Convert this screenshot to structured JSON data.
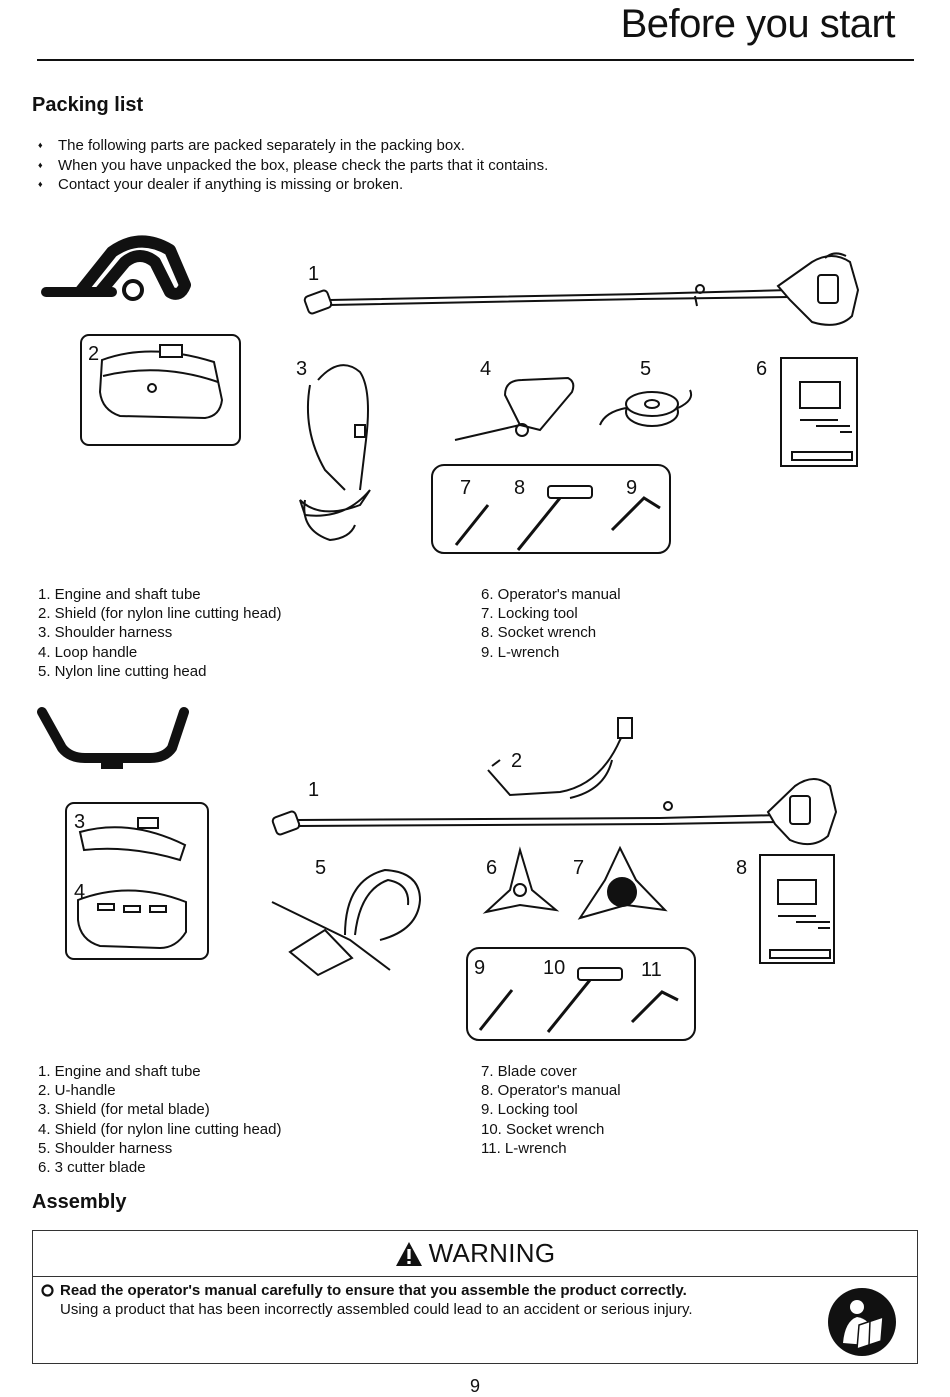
{
  "header": {
    "title": "Before you start"
  },
  "packing_list": {
    "heading": "Packing list",
    "bullets": [
      "The following parts are packed separately in the packing box.",
      "When you have unpacked the box, please check the parts that it contains.",
      "Contact your dealer if anything is missing or broken."
    ]
  },
  "figure1": {
    "callouts": [
      "1",
      "2",
      "3",
      "4",
      "5",
      "6",
      "7",
      "8",
      "9"
    ],
    "legend_left": [
      "1. Engine and shaft tube",
      "2. Shield (for nylon line cutting head)",
      "3. Shoulder harness",
      "4. Loop handle",
      "5. Nylon line cutting head"
    ],
    "legend_right": [
      "6. Operator's manual",
      "7. Locking tool",
      "8. Socket wrench",
      "9. L-wrench"
    ]
  },
  "figure2": {
    "callouts": [
      "1",
      "2",
      "3",
      "4",
      "5",
      "6",
      "7",
      "8",
      "9",
      "10",
      "11"
    ],
    "legend_left": [
      "1. Engine and shaft tube",
      "2. U-handle",
      "3. Shield (for metal blade)",
      "4. Shield (for nylon line cutting head)",
      "5. Shoulder harness",
      "6. 3 cutter blade"
    ],
    "legend_right": [
      "7. Blade cover",
      "8. Operator's manual",
      "9. Locking tool",
      "10. Socket wrench",
      "11. L-wrench"
    ]
  },
  "assembly": {
    "heading": "Assembly",
    "warning": {
      "title": "WARNING",
      "bold_line": "Read the operator's manual carefully to ensure that you assemble the product correctly.",
      "line": "Using a product that has been incorrectly assembled could lead to an accident or serious injury."
    }
  },
  "footer": {
    "page_number": "9"
  },
  "icons": [
    "warning-triangle-icon",
    "circle-bullet-icon",
    "read-manual-icon"
  ]
}
